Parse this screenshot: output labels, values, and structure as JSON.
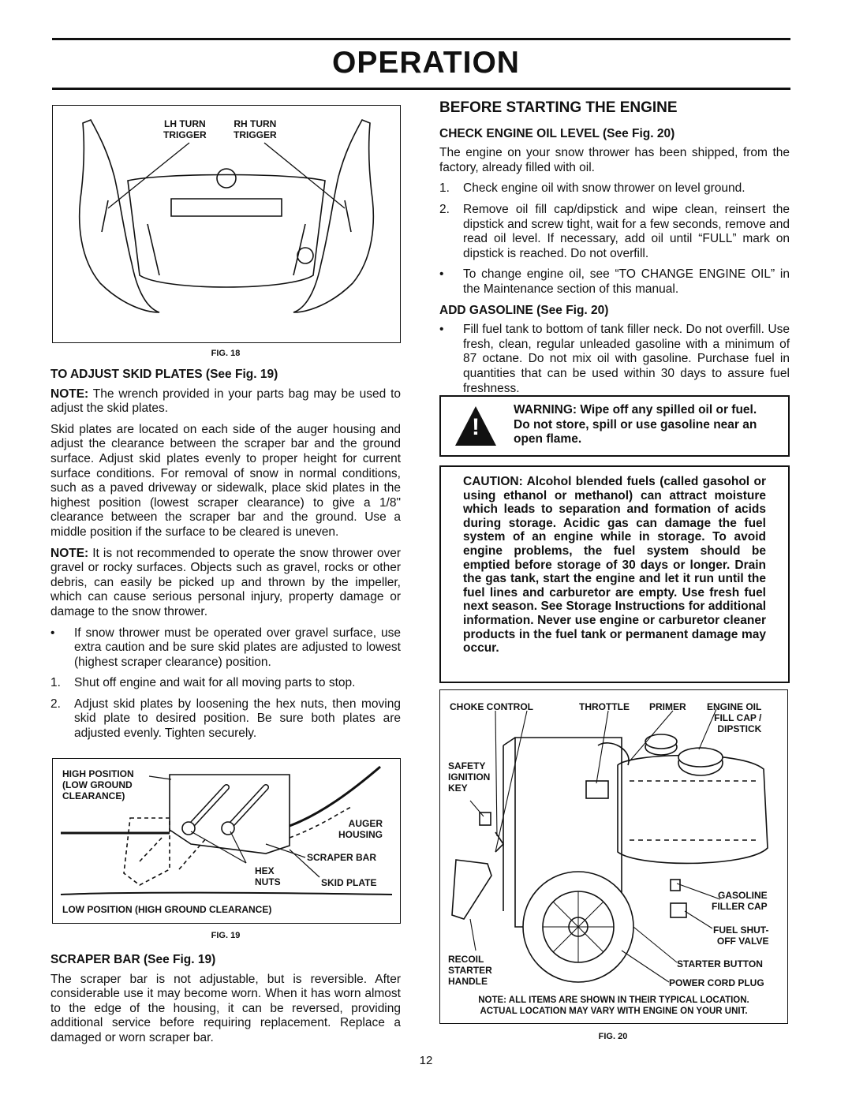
{
  "header": {
    "title": "OPERATION"
  },
  "fig18": {
    "caption": "FIG. 18",
    "labels": [
      "LH TURN\nTRIGGER",
      "RH TURN\nTRIGGER"
    ]
  },
  "skid": {
    "heading": "TO ADJUST SKID PLATES (See Fig. 19)",
    "note1_lead": "NOTE:",
    "note1_text": " The wrench provided in your parts bag may be used to adjust the skid plates.",
    "para1": "Skid plates are located on each side of the auger housing and adjust the clearance between the scraper bar and the ground surface. Adjust skid plates evenly to proper height for current surface conditions. For removal of snow in normal conditions, such as a paved driveway or sidewalk, place skid plates in the highest position (lowest scraper clearance) to give a 1/8\" clearance between the scraper bar and the ground. Use a middle position if the surface to be cleared is uneven.",
    "note2_lead": "NOTE:",
    "note2_text": " It is not recommended to operate the snow thrower over gravel or rocky surfaces. Objects such as gravel, rocks or other debris, can easily be picked up and thrown by the impeller, which can cause serious personal injury, property damage or damage to the snow thrower.",
    "bullet_marker": "•",
    "bullet1": "If snow thrower must be operated over gravel surface, use extra caution and be sure skid plates are adjusted to lowest (highest scraper clearance) position.",
    "steps": [
      {
        "num": "1.",
        "text": "Shut off engine and wait for all moving parts to stop."
      },
      {
        "num": "2.",
        "text": "Adjust skid plates by loosening the hex nuts, then moving skid plate to desired position. Be sure both plates are adjusted evenly. Tighten securely."
      }
    ]
  },
  "fig19": {
    "caption": "FIG. 19",
    "labels": {
      "high": "HIGH POSITION\n(LOW GROUND\nCLEARANCE)",
      "auger": "AUGER\nHOUSING",
      "scraper": "SCRAPER BAR",
      "hex": "HEX\nNUTS",
      "skid": "SKID PLATE",
      "low": "LOW POSITION (HIGH GROUND CLEARANCE)"
    }
  },
  "scraper": {
    "heading": "SCRAPER BAR (See Fig. 19)",
    "text": "The scraper bar is not adjustable, but is reversible. After considerable use it may become worn. When it has worn almost to the edge of the housing, it can be reversed, providing additional service before requiring replacement. Replace a damaged or worn scraper bar."
  },
  "before": {
    "heading": "BEFORE STARTING THE ENGINE",
    "oil_heading": "CHECK ENGINE OIL LEVEL (See Fig. 20)",
    "oil_intro": "The engine on your snow thrower has been shipped, from the factory, already filled with oil.",
    "oil_steps": [
      {
        "num": "1.",
        "text": "Check engine oil with snow thrower on level ground."
      },
      {
        "num": "2.",
        "text": "Remove oil fill cap/dipstick and wipe clean, reinsert the dipstick and screw tight, wait for a few seconds, remove and read oil level. If necessary, add oil until “FULL” mark on dipstick is reached. Do not overfill."
      }
    ],
    "bullet_marker": "•",
    "oil_bullet": "To change engine oil, see “TO CHANGE ENGINE OIL” in the Maintenance section of this manual.",
    "gas_heading": "ADD GASOLINE (See Fig. 20)",
    "gas_bullet": "Fill fuel tank to bottom of tank filler neck. Do not overfill. Use fresh, clean, regular unleaded gasoline with a minimum of 87 octane. Do not mix oil with gasoline. Purchase fuel in quantities that can be used within 30 days to assure fuel freshness."
  },
  "warning": {
    "icon_glyph": "!",
    "text": "WARNING: Wipe off any spilled oil or fuel. Do not store, spill or use gasoline near an open flame."
  },
  "caution": {
    "text": "CAUTION: Alcohol blended fuels (called gasohol or using ethanol or methanol) can attract moisture which leads to separation and formation of acids during storage. Acidic gas can damage the fuel system of an engine while in storage. To avoid engine problems, the fuel system should be emptied before storage of 30 days or longer. Drain the gas tank, start the engine and let it run until the fuel lines and carburetor are empty. Use fresh fuel next season. See Storage Instructions for additional information. Never use engine or carburetor cleaner products in the fuel tank or permanent damage may occur."
  },
  "fig20": {
    "caption": "FIG. 20",
    "labels": {
      "choke": "CHOKE CONTROL",
      "throttle": "THROTTLE",
      "primer": "PRIMER",
      "oil": "ENGINE OIL\nFILL CAP /\nDIPSTICK",
      "safety": "SAFETY\nIGNITION\nKEY",
      "gascap": "GASOLINE\nFILLER CAP",
      "shutoff": "FUEL SHUT-\nOFF VALVE",
      "recoil": "RECOIL\nSTARTER\nHANDLE",
      "starter": "STARTER BUTTON",
      "plug": "POWER CORD PLUG"
    },
    "note": "NOTE: ALL ITEMS ARE SHOWN IN THEIR TYPICAL LOCATION.\nACTUAL LOCATION MAY VARY WITH ENGINE ON YOUR UNIT."
  },
  "footer": {
    "page_number": "12"
  }
}
